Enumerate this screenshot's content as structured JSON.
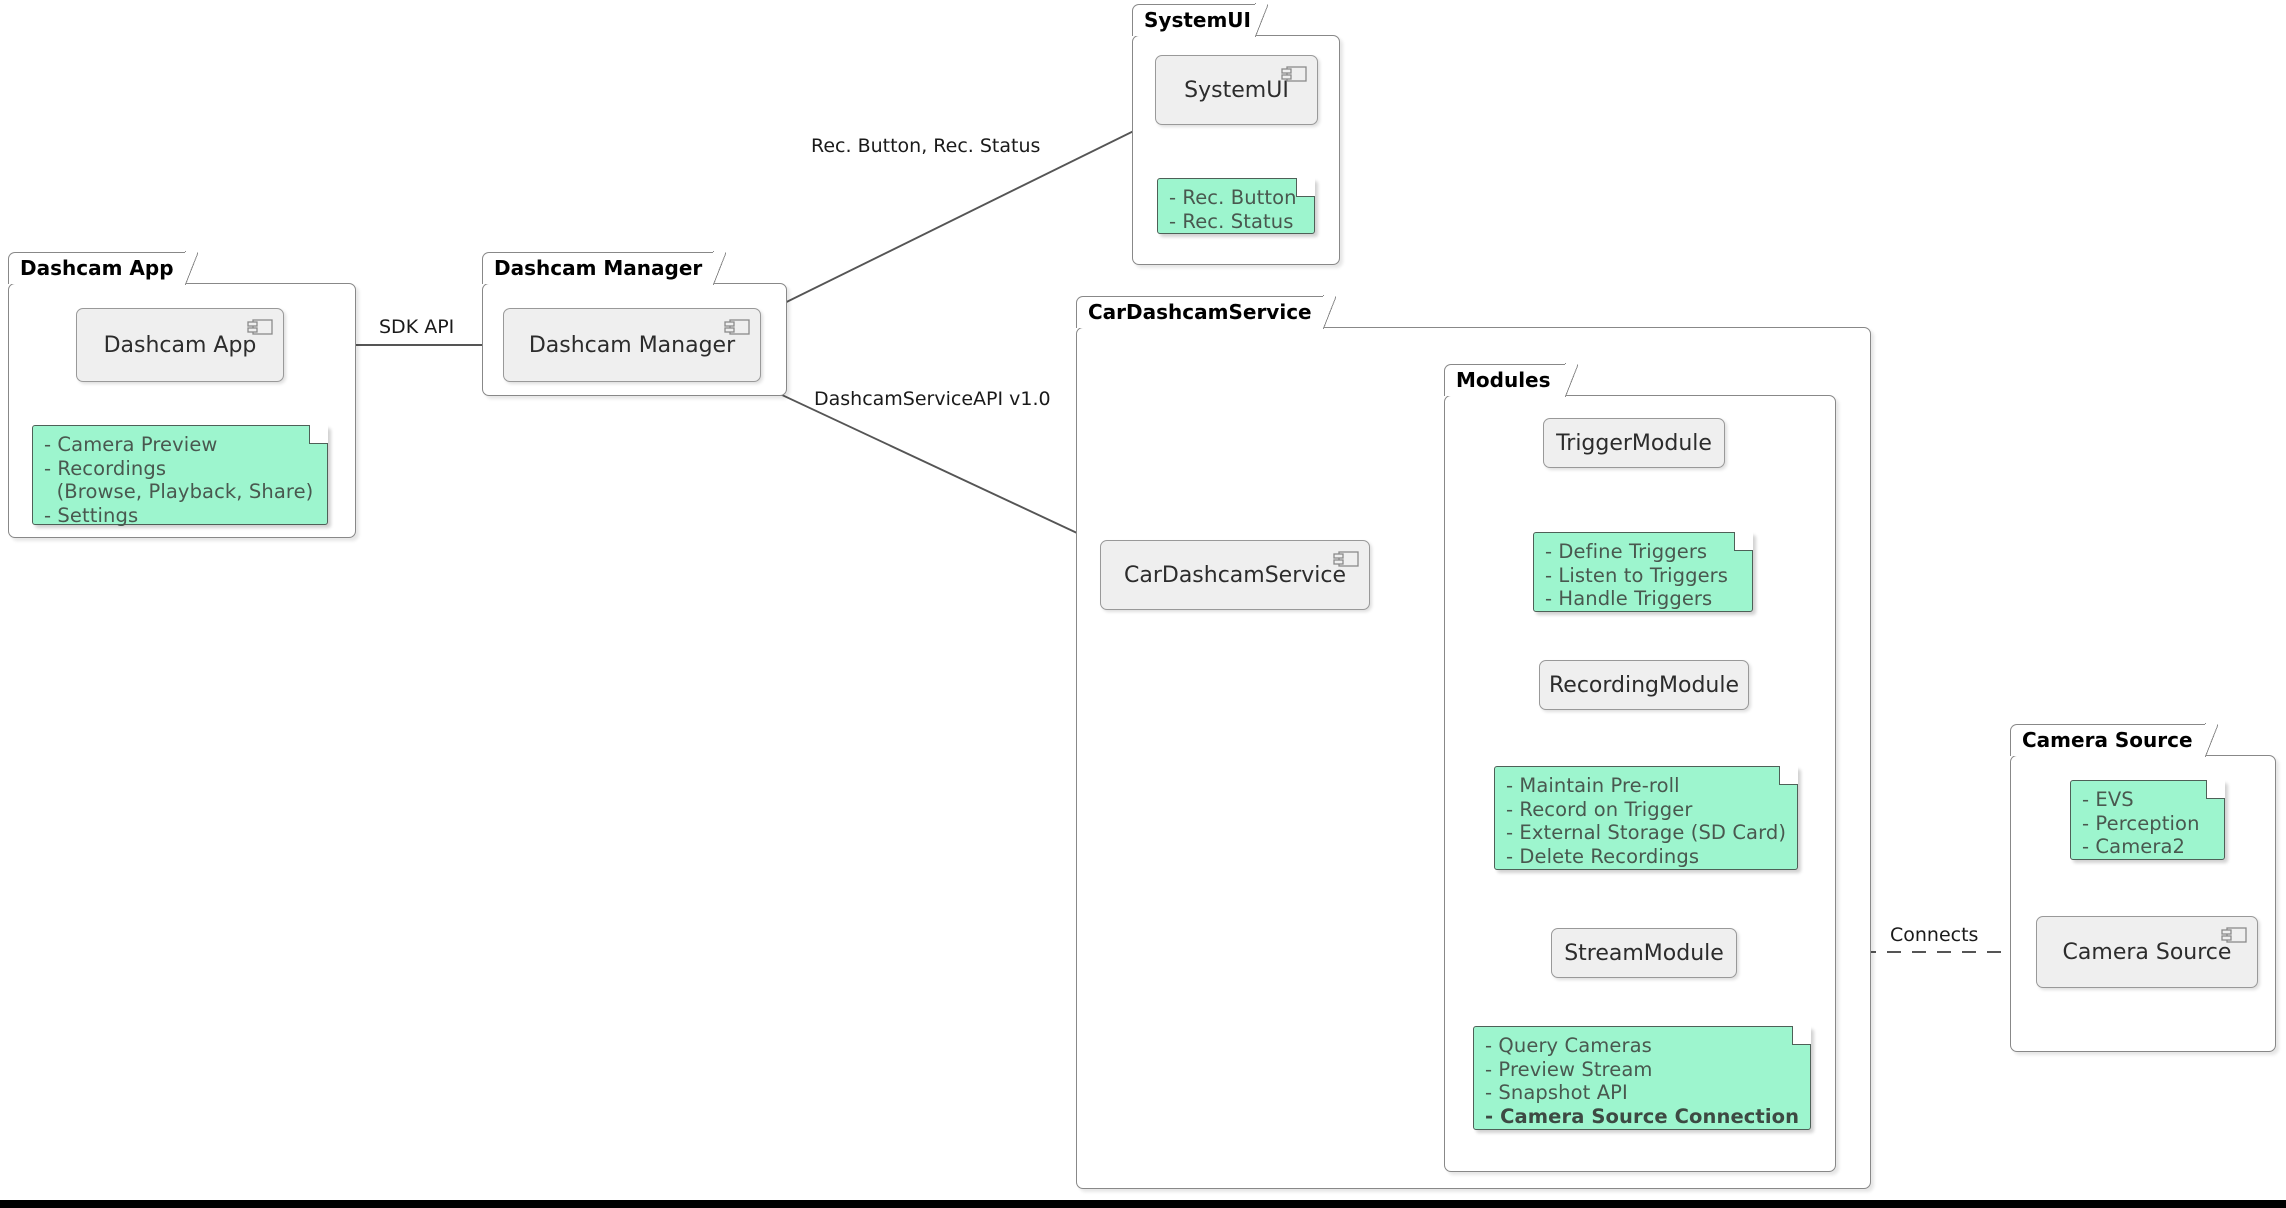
{
  "diagram": {
    "type": "uml-component-diagram",
    "colors": {
      "note_fill": "#9DF5CE",
      "note_border": "#4E6057",
      "component_fill": "#EFEFEF",
      "component_border": "#999999",
      "package_border": "#888888",
      "edge": "#555555",
      "text": "#2c2c2c"
    }
  },
  "packages": {
    "dashcam_app": {
      "title": "Dashcam App",
      "component": "Dashcam App",
      "note": "- Camera Preview\n- Recordings\n  (Browse, Playback, Share)\n- Settings"
    },
    "dashcam_manager": {
      "title": "Dashcam Manager",
      "component": "Dashcam Manager"
    },
    "system_ui": {
      "title": "SystemUI",
      "component": "SystemUI",
      "note": "- Rec. Button\n- Rec. Status"
    },
    "car_dashcam_service": {
      "title": "CarDashcamService",
      "component": "CarDashcamService"
    },
    "modules": {
      "title": "Modules",
      "components": [
        {
          "name": "TriggerModule",
          "note": "- Define Triggers\n- Listen to Triggers\n- Handle Triggers"
        },
        {
          "name": "RecordingModule",
          "note": "- Maintain Pre-roll\n- Record on Trigger\n- External Storage (SD Card)\n- Delete Recordings"
        },
        {
          "name": "StreamModule",
          "note_lines": [
            "- Query Cameras",
            "- Preview Stream",
            "- Snapshot API"
          ],
          "note_bold_line": "- Camera Source Connection"
        }
      ]
    },
    "camera_source": {
      "title": "Camera Source",
      "component": "Camera Source",
      "note": "- EVS\n- Perception\n- Camera2"
    }
  },
  "edges": [
    {
      "id": "sdk-api",
      "label": "SDK API",
      "from": "Dashcam App",
      "to": "Dashcam Manager",
      "style": "solid-arrow"
    },
    {
      "id": "rec-button-status",
      "label": "Rec. Button, Rec. Status",
      "from": "Dashcam Manager",
      "to": "SystemUI",
      "style": "solid-arrow"
    },
    {
      "id": "dashcam-service-api",
      "label": "DashcamServiceAPI v1.0",
      "from": "Dashcam Manager",
      "to": "CarDashcamService",
      "style": "solid-arrow"
    },
    {
      "id": "svc-trigger",
      "label": "",
      "from": "CarDashcamService",
      "to": "TriggerModule",
      "style": "solid-arrow"
    },
    {
      "id": "svc-recording",
      "label": "",
      "from": "CarDashcamService",
      "to": "RecordingModule",
      "style": "solid-arrow"
    },
    {
      "id": "svc-stream",
      "label": "",
      "from": "CarDashcamService",
      "to": "StreamModule",
      "style": "solid-arrow-curved"
    },
    {
      "id": "stream-camera",
      "label": "Connects",
      "from": "StreamModule",
      "to": "Camera Source",
      "style": "dashed"
    }
  ]
}
